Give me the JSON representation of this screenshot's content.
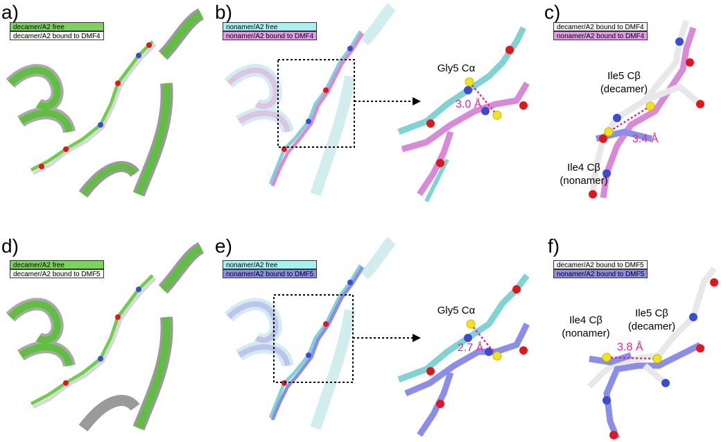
{
  "panels": {
    "a": {
      "label": "a)",
      "legend": [
        "decamer/A2 free",
        "decamer/A2 bound to DMF4"
      ]
    },
    "b": {
      "label": "b)",
      "legend": [
        "nonamer/A2 free",
        "nonamer/A2 bound to DMF4"
      ]
    },
    "c": {
      "label": "c)",
      "legend": [
        "decamer/A2 bound to DMF4",
        "nonamer/A2 bound to DMF4"
      ],
      "atom1": "Ile5 Cβ\n(decamer)",
      "atom2": "Ile4 Cβ\n(nonamer)",
      "distance": "3.4 Å"
    },
    "b_zoom": {
      "atom": "Gly5 Cα",
      "distance": "3.0 Å"
    },
    "d": {
      "label": "d)",
      "legend": [
        "decamer/A2 free",
        "decamer/A2 bound to DMF5"
      ]
    },
    "e": {
      "label": "e)",
      "legend": [
        "nonamer/A2 free",
        "nonamer/A2 bound to DMF5"
      ]
    },
    "e_zoom": {
      "atom": "Gly5 Cα",
      "distance": "2.7 Å"
    },
    "f": {
      "label": "f)",
      "legend": [
        "decamer/A2 bound to DMF5",
        "nonamer/A2 bound to DMF5"
      ],
      "atom1": "Ile4 Cβ\n(nonamer)",
      "atom2": "Ile5 Cβ\n(decamer)",
      "distance": "3.8 Å"
    }
  },
  "colors": {
    "green": "#7ad35b",
    "white": "#e8e8e8",
    "cyan": "#7fd3d2",
    "pink": "#d88ad9",
    "violet": "#8a8ee8",
    "oxygen": "#e4141a",
    "nitrogen": "#3b4bd6",
    "highlight": "#ee1e9c",
    "atom": "#f3e31a"
  }
}
